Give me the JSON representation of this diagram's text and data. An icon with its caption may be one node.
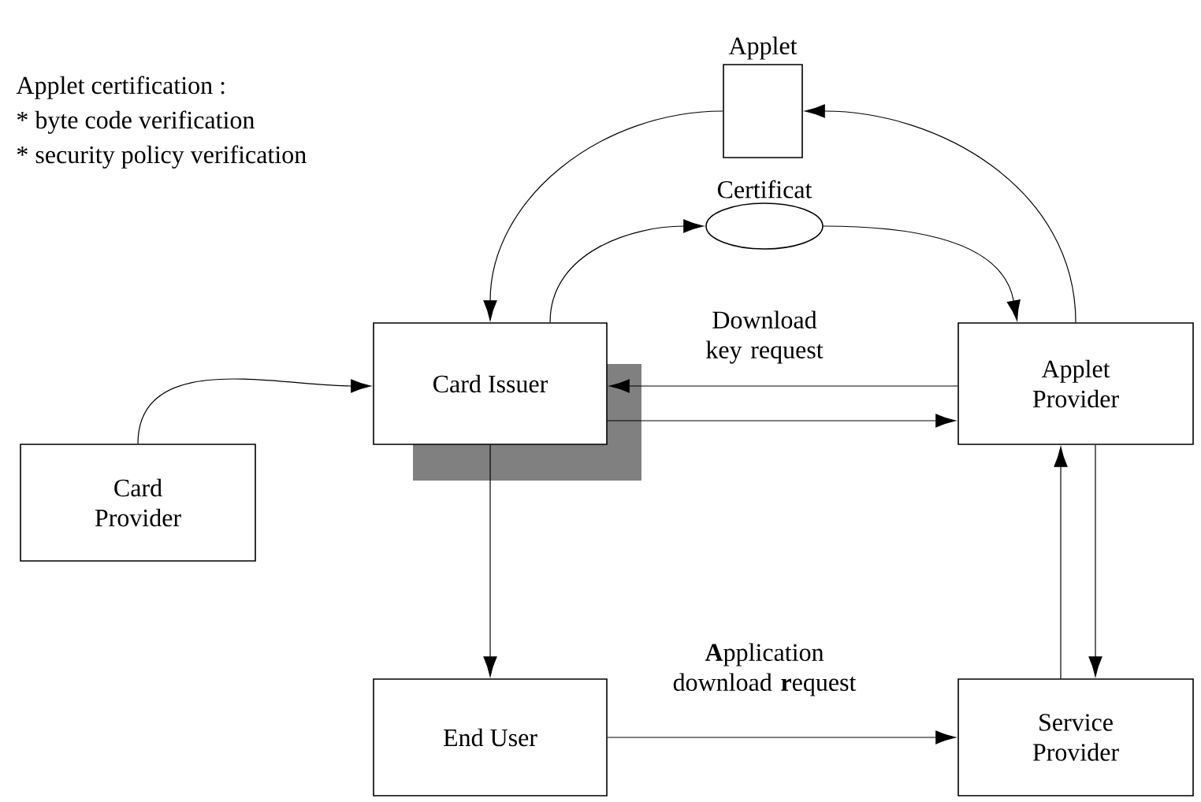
{
  "diagram": {
    "nodes": [
      {
        "text": [
          "Applet"
        ]
      },
      {
        "text": [
          "Certificat"
        ]
      },
      {
        "text": [
          "Card Issuer"
        ]
      },
      {
        "text": [
          "Applet Provider"
        ]
      },
      {
        "text": [
          "Card Provider"
        ]
      },
      {
        "text": [
          "End User"
        ]
      },
      {
        "text": [
          "Service Provider"
        ]
      }
    ],
    "edges": [
      {
        "from": 0,
        "to": 2,
        "arrow": "to"
      },
      {
        "from": 3,
        "to": 0,
        "arrow": "to"
      },
      {
        "from": 2,
        "to": 1,
        "arrow": "to"
      },
      {
        "from": 1,
        "to": 3,
        "arrow": "to"
      },
      {
        "from": 3,
        "to": 2,
        "arrow": "to",
        "label": "Download key request"
      },
      {
        "from": 2,
        "to": 3,
        "arrow": "to"
      },
      {
        "from": 4,
        "to": 2,
        "arrow": "to"
      },
      {
        "from": 2,
        "to": 5,
        "arrow": "to"
      },
      {
        "from": 5,
        "to": 6,
        "arrow": "to",
        "label": "**A**pplication download **r**equest"
      },
      {
        "from": 6,
        "to": 3,
        "arrow": "to"
      },
      {
        "from": 3,
        "to": 6,
        "arrow": "to"
      }
    ],
    "labels": [
      "Applet certification :",
      "* byte code verification",
      "* security policy verification"
    ]
  }
}
